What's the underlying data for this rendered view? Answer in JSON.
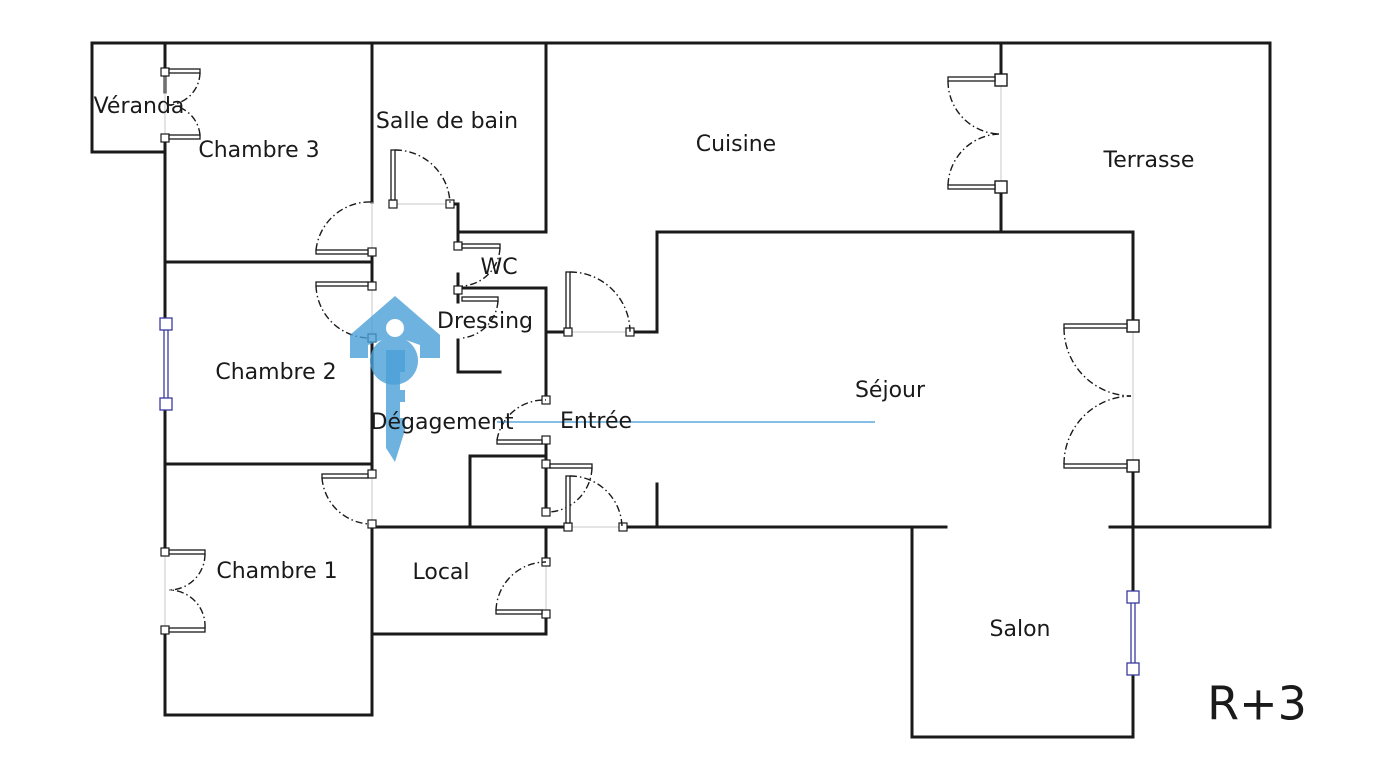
{
  "plan": {
    "rooms": {
      "veranda": "Véranda",
      "chambre3": "Chambre 3",
      "salle_de_bain": "Salle de bain",
      "cuisine": "Cuisine",
      "terrasse": "Terrasse",
      "wc": "WC",
      "dressing": "Dressing",
      "chambre2": "Chambre 2",
      "sejour": "Séjour",
      "degagement": "Dégagement",
      "entree": "Entrée",
      "chambre1": "Chambre 1",
      "local": "Local",
      "salon": "Salon"
    },
    "level": "R+3",
    "colors": {
      "walls": "#1a1a1a",
      "windows": "#3a3aa0",
      "watermark": "#4a9fd8"
    }
  }
}
